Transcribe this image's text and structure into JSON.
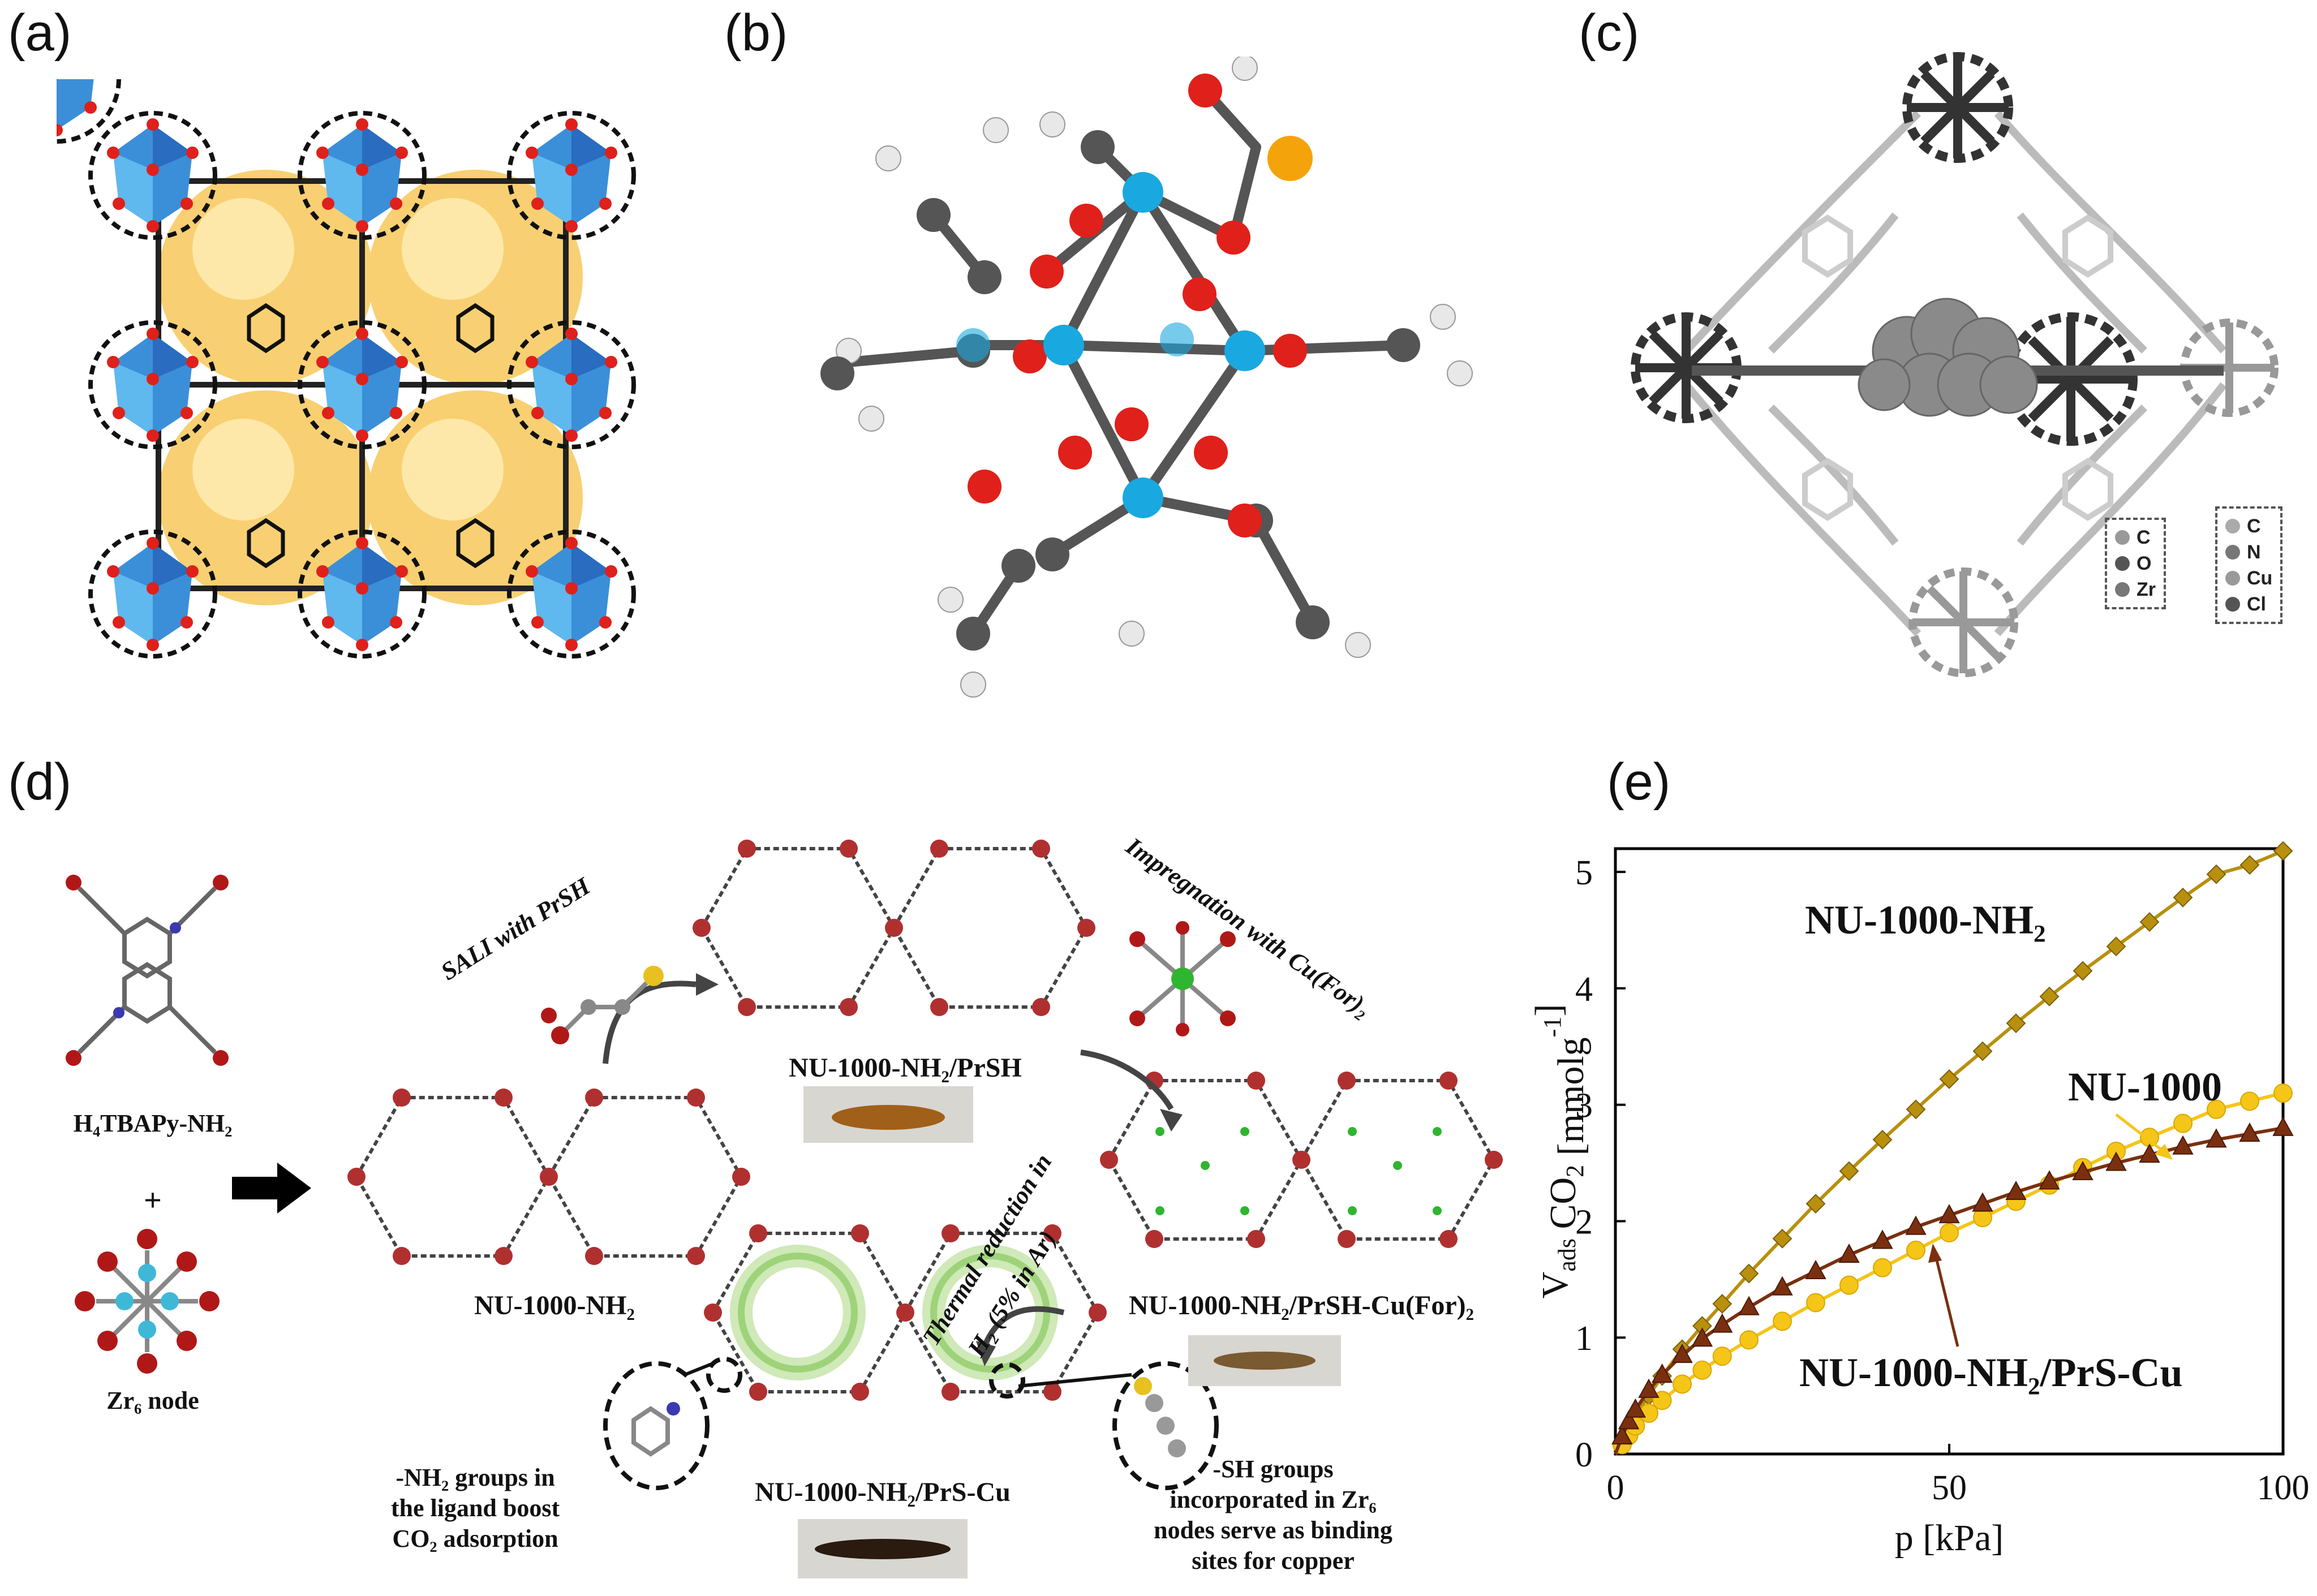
{
  "panels": {
    "a": {
      "label": "(a)"
    },
    "b": {
      "label": "(b)"
    },
    "c": {
      "label": "(c)",
      "legend_left": [
        "C",
        "O",
        "Zr"
      ],
      "legend_right": [
        "C",
        "N",
        "Cu",
        "Cl"
      ]
    },
    "d": {
      "label": "(d)",
      "linker": "H₄TBAPy-NH₂",
      "plus": "+",
      "node": "Zr₆ node",
      "mof1": "NU-1000-NH₂",
      "mof2": "NU-1000-NH₂/PrSH",
      "mof3": "NU-1000-NH₂/PrSH-Cu(For)₂",
      "mof4": "NU-1000-NH₂/PrS-Cu",
      "step1": "SALI with PrSH",
      "step2": "Impregnation with Cu(For)₂",
      "step3_line1": "Thermal reduction in",
      "step3_line2": "H₂ (5% in Ar)",
      "note_left": [
        "-NH₂ groups in",
        "the ligand boost",
        "CO₂ adsorption"
      ],
      "note_right": [
        "-SH groups",
        "incorporated in Zr₆",
        "nodes serve as binding",
        "sites for copper"
      ]
    },
    "e": {
      "label": "(e)"
    }
  },
  "colors": {
    "zr_blue": "#1aa8e0",
    "polyhedra_blue": "#3b8fd8",
    "oxygen_red": "#e0201a",
    "carbon_gray": "#555555",
    "pore_yellow": "#f7c85a",
    "series_nh2": "#b8900e",
    "series_nu1000": "#f5c518",
    "series_prs_cu": "#7a3010"
  },
  "chart_data": {
    "type": "line",
    "xlabel": "p [kPa]",
    "ylabel": "V_ads CO2 [mmolg-1]",
    "xlim": [
      0,
      100
    ],
    "ylim": [
      0,
      5.2
    ],
    "xticks": [
      0,
      50,
      100
    ],
    "yticks": [
      0,
      1,
      2,
      3,
      4,
      5
    ],
    "grid": false,
    "series": [
      {
        "name": "NU-1000-NH₂",
        "color": "#b8900e",
        "marker": "diamond",
        "x": [
          0,
          1,
          2,
          3,
          5,
          7,
          10,
          13,
          16,
          20,
          25,
          30,
          35,
          40,
          45,
          50,
          55,
          60,
          65,
          70,
          75,
          80,
          85,
          90,
          95,
          100
        ],
        "y": [
          0,
          0.1,
          0.22,
          0.33,
          0.5,
          0.67,
          0.9,
          1.1,
          1.29,
          1.55,
          1.85,
          2.15,
          2.43,
          2.7,
          2.96,
          3.22,
          3.46,
          3.7,
          3.93,
          4.15,
          4.36,
          4.57,
          4.78,
          4.98,
          5.06,
          5.18
        ]
      },
      {
        "name": "NU-1000",
        "color": "#f5c518",
        "marker": "circle",
        "x": [
          0,
          1,
          2,
          3,
          5,
          7,
          10,
          13,
          16,
          20,
          25,
          30,
          35,
          40,
          45,
          50,
          55,
          60,
          65,
          70,
          75,
          80,
          85,
          90,
          95,
          100
        ],
        "y": [
          0,
          0.08,
          0.16,
          0.24,
          0.35,
          0.46,
          0.6,
          0.72,
          0.84,
          0.98,
          1.14,
          1.3,
          1.45,
          1.6,
          1.75,
          1.9,
          2.03,
          2.17,
          2.31,
          2.46,
          2.6,
          2.72,
          2.84,
          2.96,
          3.03,
          3.1
        ]
      },
      {
        "name": "NU-1000-NH₂/PrS-Cu",
        "color": "#7a3010",
        "marker": "triangle",
        "x": [
          0,
          1,
          2,
          3,
          5,
          7,
          10,
          13,
          16,
          20,
          25,
          30,
          35,
          40,
          45,
          50,
          55,
          60,
          65,
          70,
          75,
          80,
          85,
          90,
          95,
          100
        ],
        "y": [
          0,
          0.15,
          0.28,
          0.38,
          0.55,
          0.68,
          0.85,
          0.99,
          1.11,
          1.26,
          1.43,
          1.57,
          1.71,
          1.83,
          1.95,
          2.05,
          2.15,
          2.25,
          2.34,
          2.42,
          2.5,
          2.57,
          2.64,
          2.7,
          2.75,
          2.8
        ]
      }
    ],
    "annotations": [
      {
        "text": "NU-1000-NH₂",
        "points_to": "NU-1000-NH₂"
      },
      {
        "text": "NU-1000",
        "points_to": "NU-1000"
      },
      {
        "text": "NU-1000-NH₂/PrS-Cu",
        "points_to": "NU-1000-NH₂/PrS-Cu"
      }
    ]
  }
}
